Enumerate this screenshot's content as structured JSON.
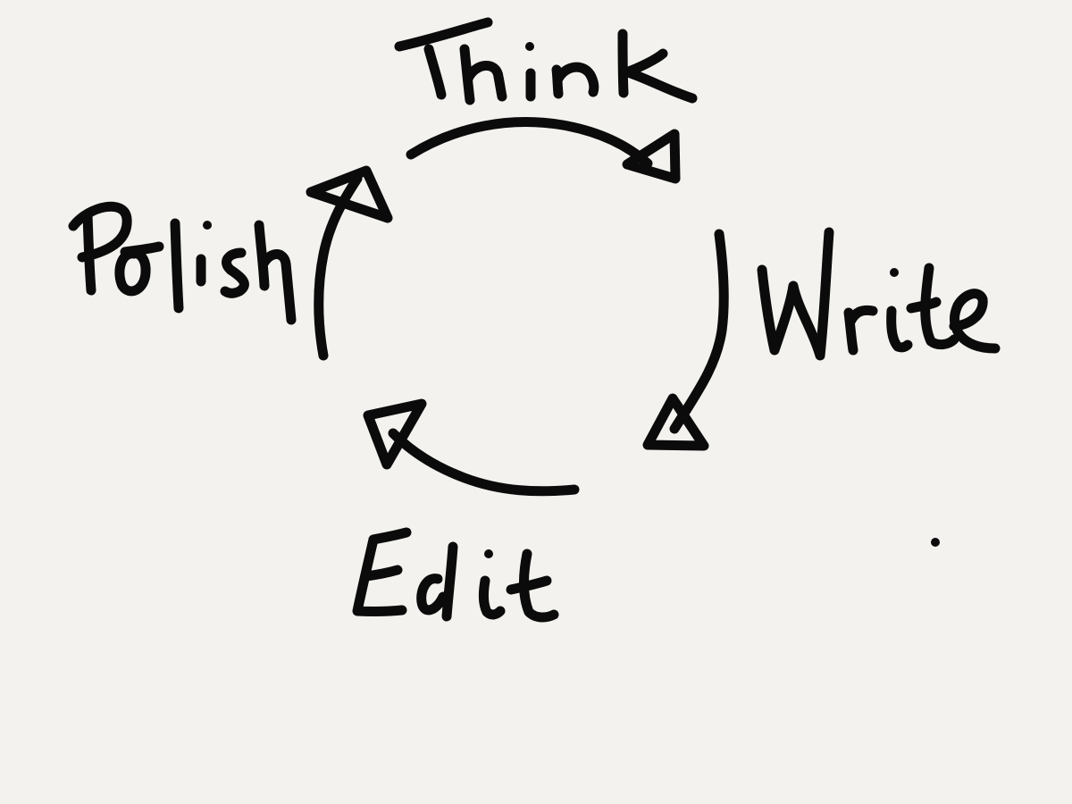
{
  "diagram": {
    "type": "cycle",
    "ink_color": "#0b0b0b",
    "background_color": "#f3f2ee",
    "stages": [
      {
        "label": "Think",
        "position": "top"
      },
      {
        "label": "Write",
        "position": "right"
      },
      {
        "label": "Edit",
        "position": "bottom"
      },
      {
        "label": "Polish",
        "position": "left"
      }
    ],
    "arrows": [
      {
        "from": "Think",
        "to": "Write",
        "direction": "clockwise"
      },
      {
        "from": "Write",
        "to": "Edit",
        "direction": "clockwise"
      },
      {
        "from": "Edit",
        "to": "Polish",
        "direction": "clockwise"
      },
      {
        "from": "Polish",
        "to": "Think",
        "direction": "clockwise"
      }
    ]
  }
}
